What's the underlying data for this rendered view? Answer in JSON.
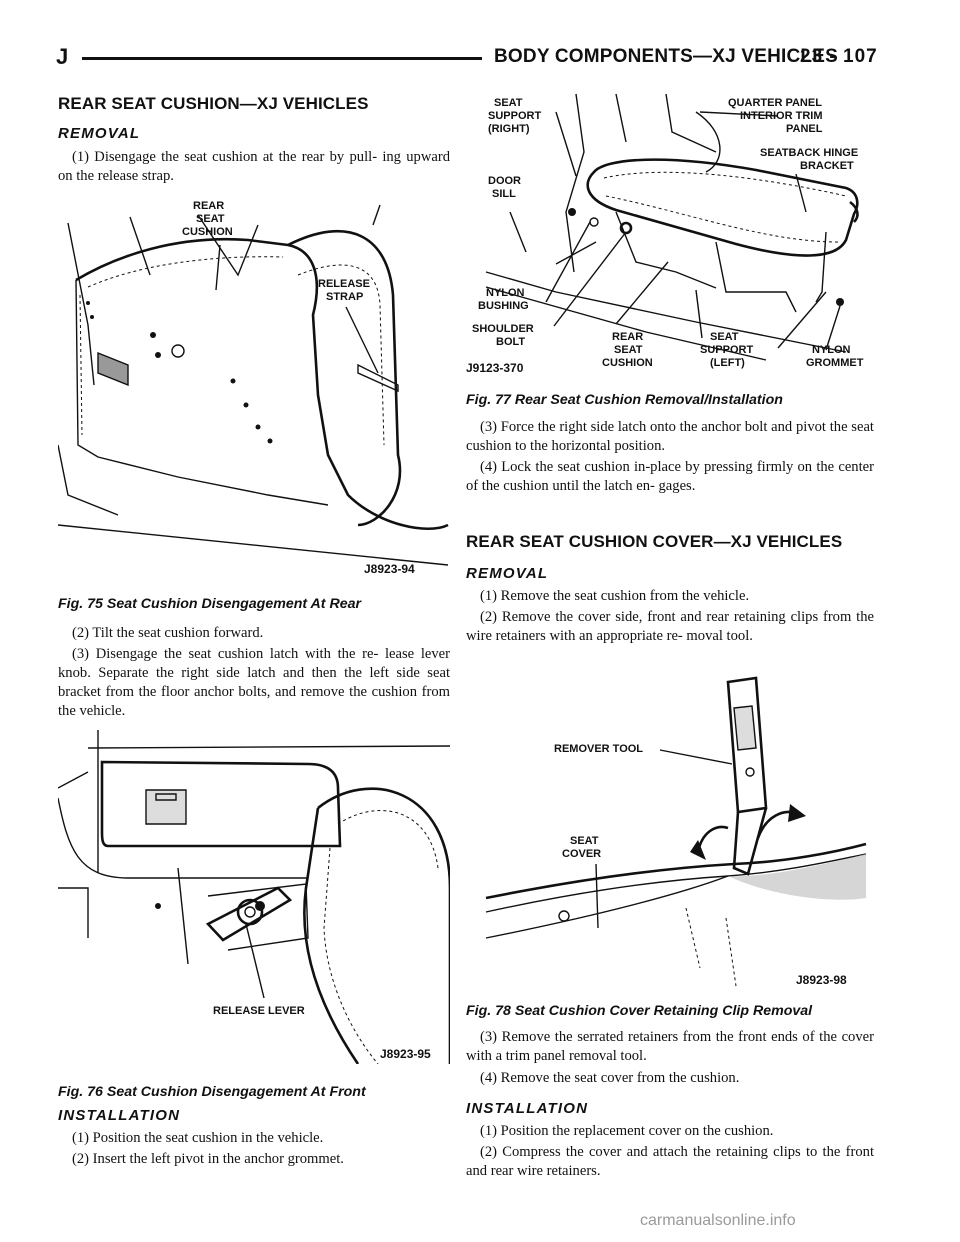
{
  "header": {
    "letter": "J",
    "section": "BODY COMPONENTS—XJ VEHICLES",
    "page": "23 - 107"
  },
  "left": {
    "heading": "REAR SEAT CUSHION—XJ VEHICLES",
    "removal": "REMOVAL",
    "step1": "(1) Disengage the seat cushion at the rear by pull- ing upward on the release strap.",
    "fig75": {
      "labels": [
        "REAR",
        "SEAT",
        "CUSHION",
        "RELEASE",
        "STRAP"
      ],
      "code": "J8923-94",
      "caption": "Fig. 75 Seat Cushion Disengagement At Rear"
    },
    "step2": "(2) Tilt the seat cushion forward.",
    "step3": "(3) Disengage the seat cushion latch with the re- lease lever knob. Separate the right side latch and then the left side seat bracket from the floor anchor bolts, and remove the cushion from the vehicle.",
    "fig76": {
      "label": "RELEASE LEVER",
      "code": "J8923-95",
      "caption": "Fig. 76 Seat Cushion Disengagement At Front"
    },
    "installation": "INSTALLATION",
    "inst1": "(1) Position the seat cushion in the vehicle.",
    "inst2": "(2) Insert the left pivot in the anchor grommet."
  },
  "right": {
    "fig77": {
      "labels": {
        "seat_support_right": [
          "SEAT",
          "SUPPORT",
          "(RIGHT)"
        ],
        "quarter_panel": [
          "QUARTER PANEL",
          "INTERIOR TRIM",
          "PANEL"
        ],
        "hinge": [
          "SEATBACK HINGE",
          "BRACKET"
        ],
        "door_sill": [
          "DOOR",
          "SILL"
        ],
        "nylon_bushing": [
          "NYLON",
          "BUSHING"
        ],
        "shoulder_bolt": [
          "SHOULDER",
          "BOLT"
        ],
        "rear_seat_cushion": [
          "REAR",
          "SEAT",
          "CUSHION"
        ],
        "seat_support_left": [
          "SEAT",
          "SUPPORT",
          "(LEFT)"
        ],
        "nylon_grommet": [
          "NYLON",
          "GROMMET"
        ]
      },
      "code": "J9123-370",
      "caption": "Fig. 77 Rear Seat Cushion Removal/Installation"
    },
    "inst3": "(3) Force the right side latch onto the anchor bolt and pivot the seat cushion to the horizontal position.",
    "inst4": "(4) Lock the seat cushion in-place by pressing firmly on the center of the cushion until the latch en- gages.",
    "heading": "REAR SEAT CUSHION COVER—XJ VEHICLES",
    "removal": "REMOVAL",
    "rem1": "(1) Remove the seat cushion from the vehicle.",
    "rem2": "(2) Remove the cover side, front and rear retaining clips from the wire retainers with an appropriate re- moval tool.",
    "fig78": {
      "labels": [
        "REMOVER TOOL",
        "SEAT",
        "COVER"
      ],
      "code": "J8923-98",
      "caption": "Fig. 78 Seat Cushion Cover Retaining Clip Removal"
    },
    "rem3": "(3) Remove the serrated retainers from the front ends of the cover with a trim panel removal tool.",
    "rem4": "(4) Remove the seat cover from the cushion.",
    "installation": "INSTALLATION",
    "inst1": "(1) Position the replacement cover on the cushion.",
    "inst2": "(2) Compress the cover and attach the retaining clips to the front and rear wire retainers."
  },
  "watermark": "carmanualsonline.info"
}
